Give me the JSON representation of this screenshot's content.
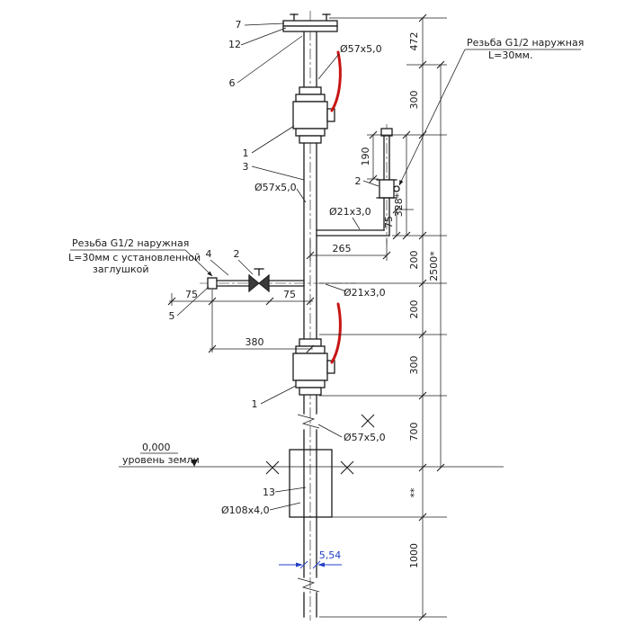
{
  "colors": {
    "ink": "#1b1b1b",
    "red": "#c81414",
    "blue": "#2340c8"
  },
  "labels": {
    "dim_472": "472",
    "dim_300_top": "300",
    "dim_190": "190",
    "dim_328": "328*",
    "dim_75_right": "75",
    "dim_265": "265",
    "dim_200_a": "200",
    "dim_200_b": "200",
    "dim_75_left_a": "75",
    "dim_75_left_b": "75",
    "dim_380": "380",
    "dim_300_mid": "300",
    "dim_700": "700",
    "dim_stars": "**",
    "dim_1000": "1000",
    "dim_2500": "2500*",
    "dim_554": "5,54",
    "spec_57_top": "Ø57х5,0",
    "spec_57_mid": "Ø57х5,0",
    "spec_57_low": "Ø57х5,0",
    "spec_21_right": "Ø21х3,0",
    "spec_21_left": "Ø21х3,0",
    "spec_108": "Ø108х4,0",
    "item_7": "7",
    "item_12": "12",
    "item_6": "6",
    "item_1_top": "1",
    "item_3": "3",
    "item_2_right": "2",
    "item_4": "4",
    "item_2_left": "2",
    "item_5": "5",
    "item_1_bottom": "1",
    "item_13": "13",
    "note_right_1": "Резьба G1/2 наружная",
    "note_right_2": "L=30мм.",
    "note_left_1": "Резьба G1/2 наружная",
    "note_left_2": "L=30мм с установленной",
    "note_left_3": "заглушкой",
    "ground_elev": "0,000",
    "ground_text": "уровень земли"
  }
}
